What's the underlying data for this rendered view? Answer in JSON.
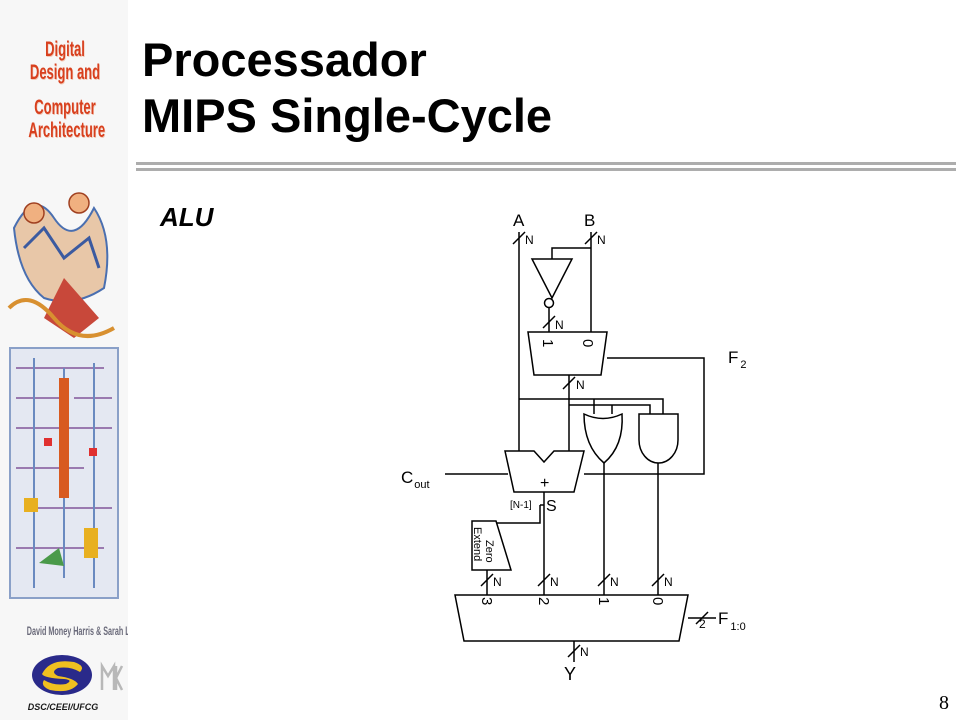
{
  "sidebar": {
    "book_title_line1": "Digital Design and",
    "book_title_line2": "Computer Architecture",
    "authors": "David Money Harris & Sarah L. Harris",
    "org": "DSC/CEEI/UFCG"
  },
  "slide": {
    "title_line1": "Processador",
    "title_line2": "MIPS Single-Cycle",
    "subtitle": "ALU",
    "page_number": "8"
  },
  "diagram": {
    "input_a": "A",
    "input_b": "B",
    "width_n": "N",
    "mux_in_1": "1",
    "mux_in_0": "0",
    "control_f2_main": "F",
    "control_f2_sub": "2",
    "cout_main": "C",
    "cout_sub": "out",
    "adder_symbol": "+",
    "sum_label": "S",
    "msb_label": "[N-1]",
    "zero_extend_line1": "Zero",
    "zero_extend_line2": "Extend",
    "out_mux_in_3": "3",
    "out_mux_in_2": "2",
    "out_mux_in_1": "1",
    "out_mux_in_0": "0",
    "control_width": "2",
    "control_f10_main": "F",
    "control_f10_sub": "1:0",
    "output_y": "Y"
  },
  "colors": {
    "title_text": "#000000",
    "rule": "#adadad",
    "wire": "#000000",
    "book_title": "#d8401e"
  }
}
